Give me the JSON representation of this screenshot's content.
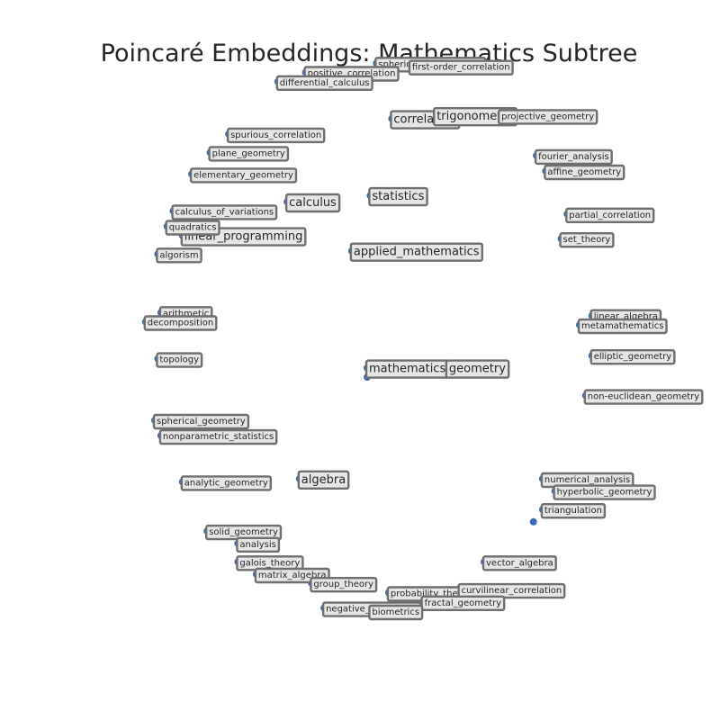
{
  "chart_data": {
    "type": "scatter",
    "title": "Poincaré Embeddings: Mathematics Subtree",
    "xlabel": "",
    "ylabel": "",
    "xlim": [
      -1,
      1
    ],
    "ylim": [
      -1,
      1
    ],
    "grid": false,
    "axes_visible": false,
    "point_color": "#3a6db5",
    "points": [
      {
        "label": "mathematics",
        "x": 0.0,
        "y": -0.02,
        "major": true
      },
      {
        "label": "applied_mathematics",
        "x": -0.05,
        "y": 0.36,
        "major": true
      },
      {
        "label": "statistics",
        "x": 0.01,
        "y": 0.54,
        "major": true
      },
      {
        "label": "correlation",
        "x": 0.08,
        "y": 0.79,
        "major": true
      },
      {
        "label": "trigonometry",
        "x": 0.22,
        "y": 0.8,
        "major": true
      },
      {
        "label": "calculus",
        "x": -0.26,
        "y": 0.52,
        "major": true
      },
      {
        "label": "linear_programming",
        "x": -0.6,
        "y": 0.41,
        "major": true
      },
      {
        "label": "geometry",
        "x": 0.26,
        "y": -0.02,
        "major": true
      },
      {
        "label": "algebra",
        "x": -0.22,
        "y": -0.38,
        "major": true
      },
      {
        "label": "spherical_trigonometry",
        "x": 0.03,
        "y": 0.97,
        "major": false
      },
      {
        "label": "first-order_correlation",
        "x": 0.14,
        "y": 0.96,
        "major": false
      },
      {
        "label": "positive_correlation",
        "x": -0.2,
        "y": 0.94,
        "major": false
      },
      {
        "label": "differential_calculus",
        "x": -0.29,
        "y": 0.91,
        "major": false
      },
      {
        "label": "projective_geometry",
        "x": 0.43,
        "y": 0.8,
        "major": false
      },
      {
        "label": "spurious_correlation",
        "x": -0.45,
        "y": 0.74,
        "major": false
      },
      {
        "label": "plane_geometry",
        "x": -0.51,
        "y": 0.68,
        "major": false
      },
      {
        "label": "fourier_analysis",
        "x": 0.55,
        "y": 0.67,
        "major": false
      },
      {
        "label": "elementary_geometry",
        "x": -0.57,
        "y": 0.61,
        "major": false
      },
      {
        "label": "affine_geometry",
        "x": 0.58,
        "y": 0.62,
        "major": false
      },
      {
        "label": "calculus_of_variations",
        "x": -0.63,
        "y": 0.49,
        "major": false
      },
      {
        "label": "quadratics",
        "x": -0.65,
        "y": 0.44,
        "major": false
      },
      {
        "label": "partial_correlation",
        "x": 0.65,
        "y": 0.48,
        "major": false
      },
      {
        "label": "set_theory",
        "x": 0.63,
        "y": 0.4,
        "major": false
      },
      {
        "label": "algorism",
        "x": -0.68,
        "y": 0.35,
        "major": false
      },
      {
        "label": "arithmetic",
        "x": -0.67,
        "y": 0.16,
        "major": false
      },
      {
        "label": "linear_algebra",
        "x": 0.73,
        "y": 0.15,
        "major": false
      },
      {
        "label": "decomposition",
        "x": -0.72,
        "y": 0.13,
        "major": false
      },
      {
        "label": "metamathematics",
        "x": 0.69,
        "y": 0.12,
        "major": false
      },
      {
        "label": "elliptic_geometry",
        "x": 0.73,
        "y": 0.02,
        "major": false
      },
      {
        "label": "topology",
        "x": -0.68,
        "y": 0.01,
        "major": false
      },
      {
        "label": "non-euclidean_geometry",
        "x": 0.71,
        "y": -0.11,
        "major": false
      },
      {
        "label": "spherical_geometry",
        "x": -0.69,
        "y": -0.19,
        "major": false
      },
      {
        "label": "nonparametric_statistics",
        "x": -0.67,
        "y": -0.24,
        "major": false
      },
      {
        "label": "numerical_analysis",
        "x": 0.57,
        "y": -0.38,
        "major": false
      },
      {
        "label": "hyperbolic_geometry",
        "x": 0.61,
        "y": -0.42,
        "major": false
      },
      {
        "label": "analytic_geometry",
        "x": -0.6,
        "y": -0.39,
        "major": false
      },
      {
        "label": "triangulation",
        "x": 0.57,
        "y": -0.48,
        "major": false
      },
      {
        "label": "solid_geometry",
        "x": -0.52,
        "y": -0.55,
        "major": false
      },
      {
        "label": "analysis",
        "x": -0.42,
        "y": -0.59,
        "major": false
      },
      {
        "label": "vector_algebra",
        "x": 0.38,
        "y": -0.65,
        "major": false
      },
      {
        "label": "galois_theory",
        "x": -0.42,
        "y": -0.65,
        "major": false
      },
      {
        "label": "matrix_algebra",
        "x": -0.36,
        "y": -0.69,
        "major": false
      },
      {
        "label": "group_theory",
        "x": -0.18,
        "y": -0.72,
        "major": false
      },
      {
        "label": "probability_theory",
        "x": 0.07,
        "y": -0.75,
        "major": false
      },
      {
        "label": "curvilinear_correlation",
        "x": 0.3,
        "y": -0.74,
        "major": false
      },
      {
        "label": "fractal_geometry",
        "x": 0.18,
        "y": -0.78,
        "major": false
      },
      {
        "label": "negative_correlation",
        "x": -0.14,
        "y": -0.8,
        "major": false
      },
      {
        "label": "biometrics",
        "x": 0.01,
        "y": -0.81,
        "major": false
      }
    ],
    "unlabeled_points": [
      {
        "x": 0.0,
        "y": -0.05
      },
      {
        "x": 0.54,
        "y": -0.52
      }
    ]
  }
}
